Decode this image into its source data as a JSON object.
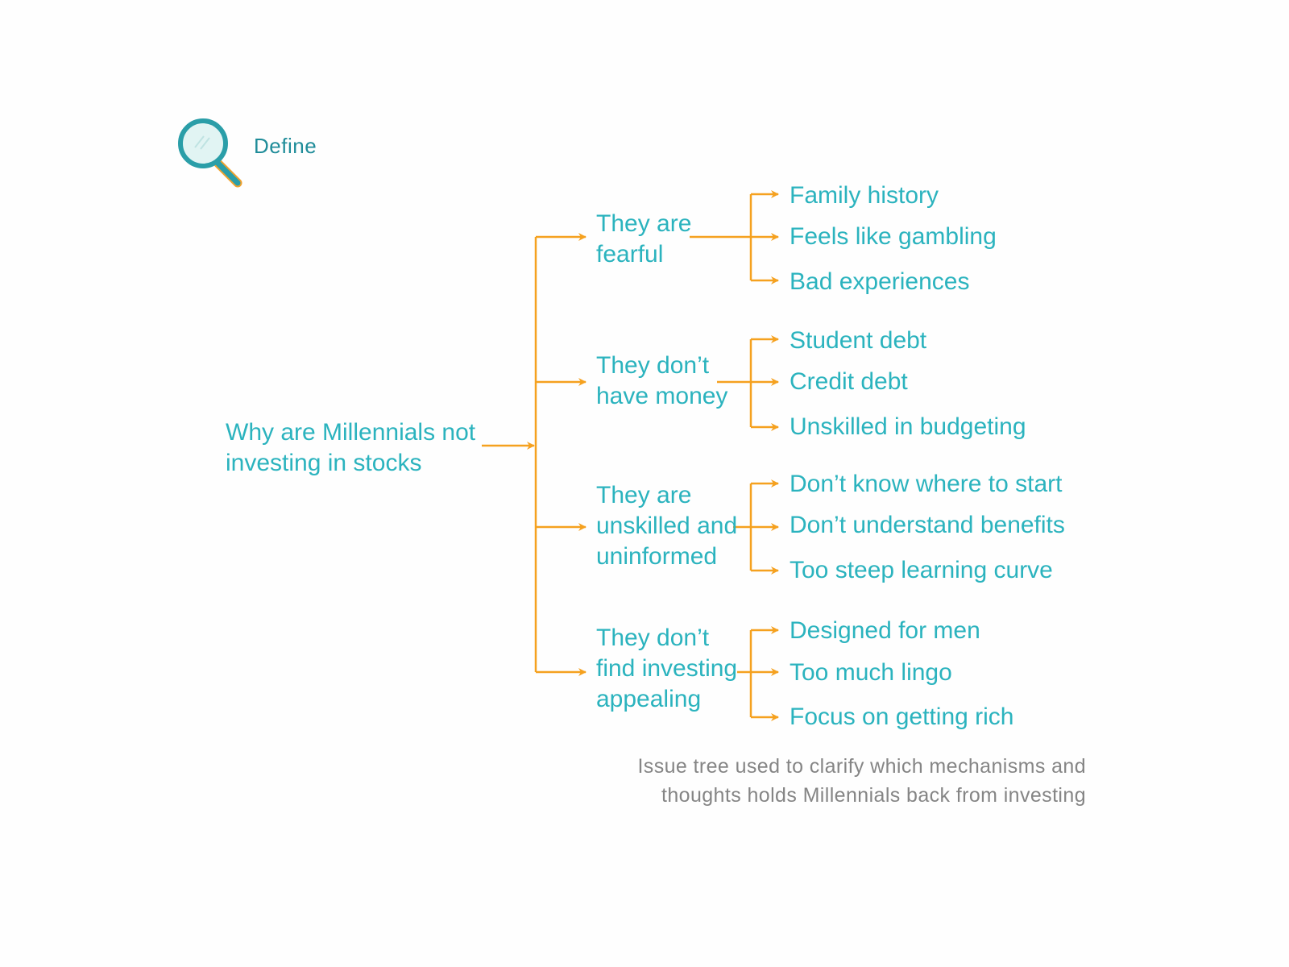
{
  "header": {
    "label": "Define",
    "icon": "magnifying-glass-icon"
  },
  "colors": {
    "text": "#2bb3be",
    "label": "#1f8c99",
    "connector": "#f5a11f",
    "caption": "#858585"
  },
  "tree": {
    "root": "Why are Millennials not\ninvesting in stocks",
    "branches": [
      {
        "label": "They are\nfearful",
        "leaves": [
          "Family history",
          "Feels like gambling",
          "Bad experiences"
        ]
      },
      {
        "label": "They don’t\nhave money",
        "leaves": [
          "Student debt",
          "Credit debt",
          "Unskilled in budgeting"
        ]
      },
      {
        "label": "They are\nunskilled and\nuninformed",
        "leaves": [
          "Don’t know where to start",
          "Don’t understand benefits",
          "Too steep learning curve"
        ]
      },
      {
        "label": "They don’t\nfind investing\nappealing",
        "leaves": [
          "Designed for men",
          "Too much lingo",
          "Focus on getting rich"
        ]
      }
    ]
  },
  "caption": "Issue tree used to clarify which mechanisms and\nthoughts holds Millennials back from investing"
}
